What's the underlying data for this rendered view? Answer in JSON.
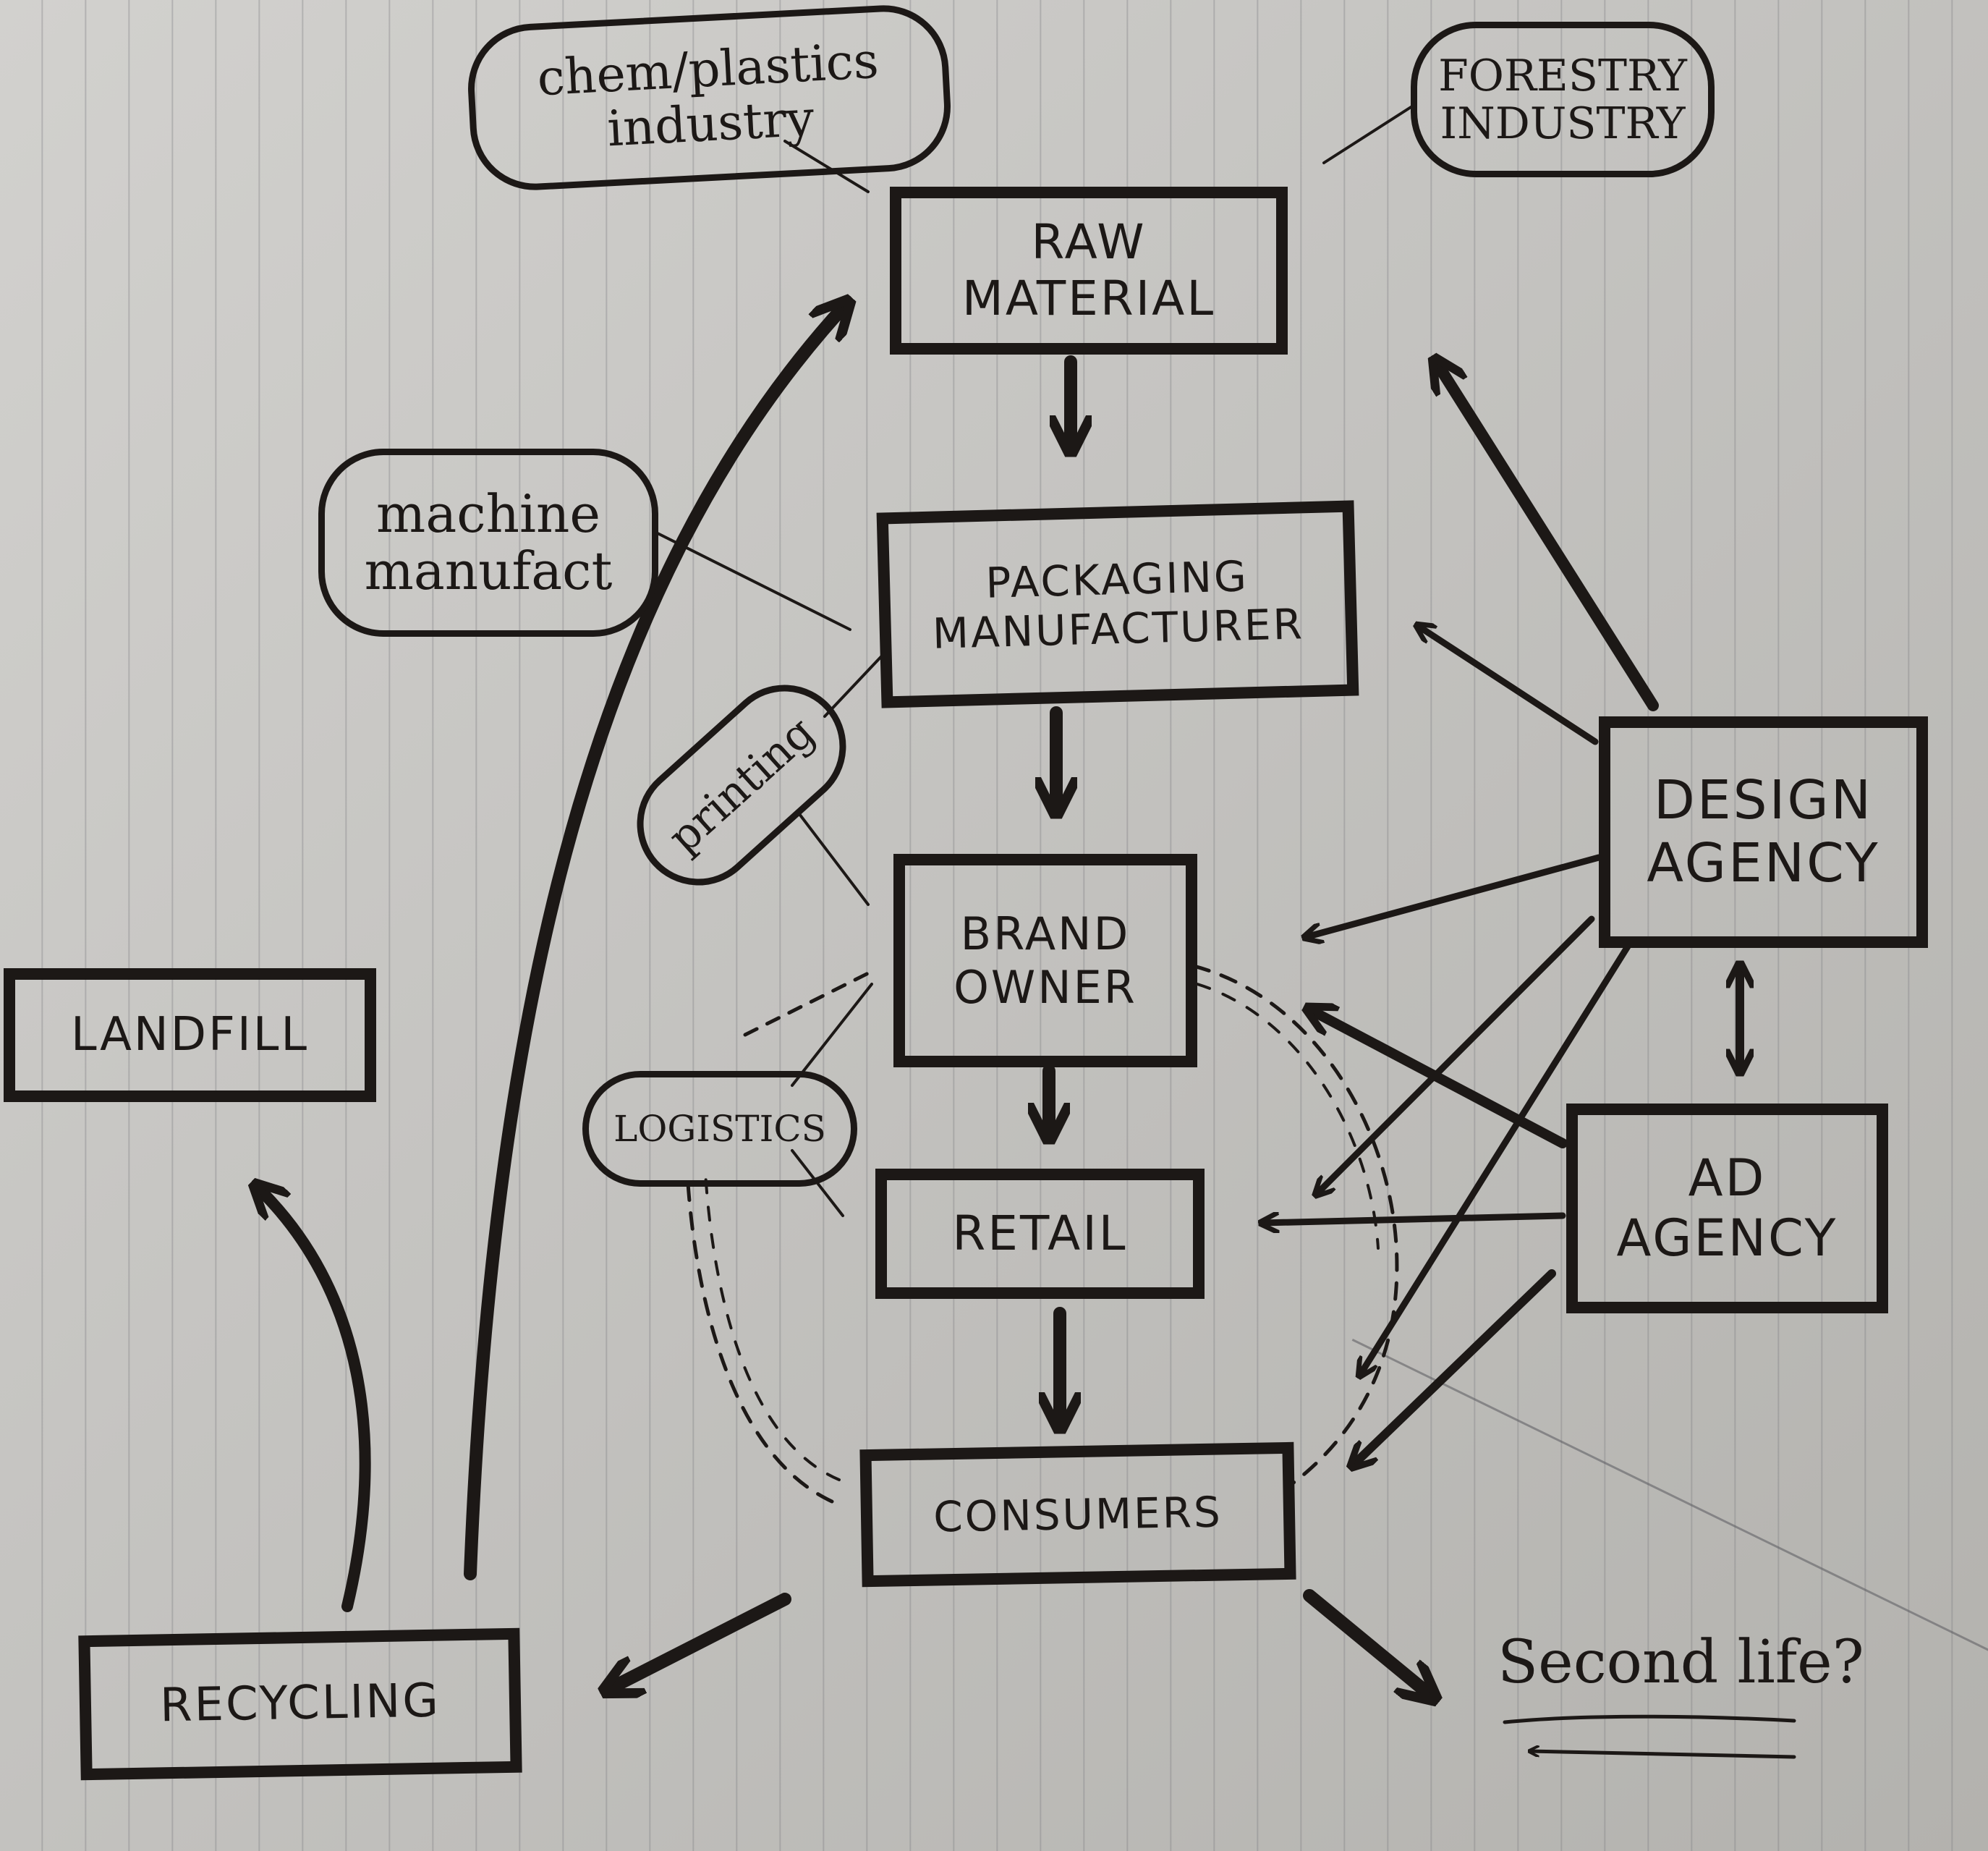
{
  "nodes": {
    "raw_material": "RAW\nMATERIAL",
    "packaging_manufacturer": "PACKAGING\nMANUFACTURER",
    "brand_owner": "BRAND\nOWNER",
    "retail": "RETAIL",
    "consumers": "CONSUMERS",
    "design_agency": "DESIGN\nAGENCY",
    "ad_agency": "AD\nAGENCY",
    "landfill": "LANDFILL",
    "recycling": "RECYCLING"
  },
  "bubbles": {
    "chem_plastics": "chem/plastics\nindustry",
    "forestry": "FORESTRY\nINDUSTRY",
    "machine": "machine\nmanufact",
    "printing": "printing",
    "logistics": "LOGISTICS"
  },
  "note": "Second life?",
  "colors": {
    "ink": "#1c1816",
    "paper": "#c9c8c5",
    "rule": "#7a7a80"
  }
}
